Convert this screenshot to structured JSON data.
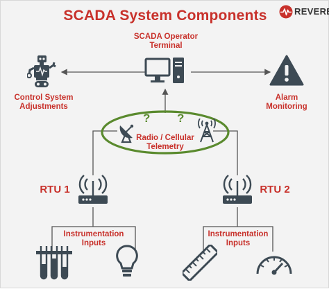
{
  "title": "SCADA System Components",
  "logo": {
    "text": "REVERE"
  },
  "nodes": {
    "operator_terminal": "SCADA Operator\nTerminal",
    "control_adjustments": "Control System\nAdjustments",
    "alarm_monitoring": "Alarm\nMonitoring",
    "telemetry": "Radio / Cellular\nTelemetry",
    "telemetry_marks": [
      "?",
      "?"
    ],
    "rtu1": "RTU 1",
    "rtu2": "RTU 2",
    "inputs_left": "Instrumentation\nInputs",
    "inputs_right": "Instrumentation\nInputs"
  },
  "colors": {
    "title_red": "#c8312b",
    "icon_dark": "#3d4a54",
    "telemetry_green": "#5a8a2e",
    "line": "#555555"
  },
  "icons": [
    "robot-icon",
    "computer-terminal-icon",
    "warning-triangle-icon",
    "satellite-dish-icon",
    "radio-tower-icon",
    "router-icon",
    "test-tubes-icon",
    "light-bulb-icon",
    "ruler-icon",
    "gauge-icon",
    "pulse-icon"
  ]
}
